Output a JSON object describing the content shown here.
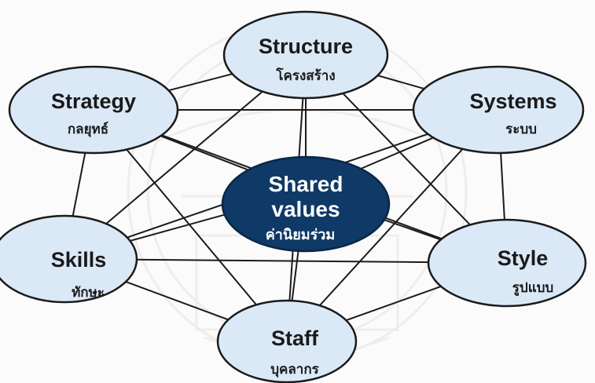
{
  "diagram": {
    "center": {
      "title_line1": "Shared",
      "title_line2": "values",
      "subtitle": "ค่านิยมร่วม"
    },
    "nodes": {
      "structure": {
        "title": "Structure",
        "subtitle": "โครงสร้าง"
      },
      "strategy": {
        "title": "Strategy",
        "subtitle": "กลยุทธ์"
      },
      "systems": {
        "title": "Systems",
        "subtitle": "ระบบ"
      },
      "skills": {
        "title": "Skills",
        "subtitle": "ทักษะ"
      },
      "style": {
        "title": "Style",
        "subtitle": "รูปแบบ"
      },
      "staff": {
        "title": "Staff",
        "subtitle": "บุคลากร"
      }
    },
    "colors": {
      "node_fill": "#dbe9f7",
      "node_stroke": "#1b1b1b",
      "center_fill": "#0f3966",
      "line": "#1b1b1b",
      "watermark": "#b08a8a"
    }
  }
}
